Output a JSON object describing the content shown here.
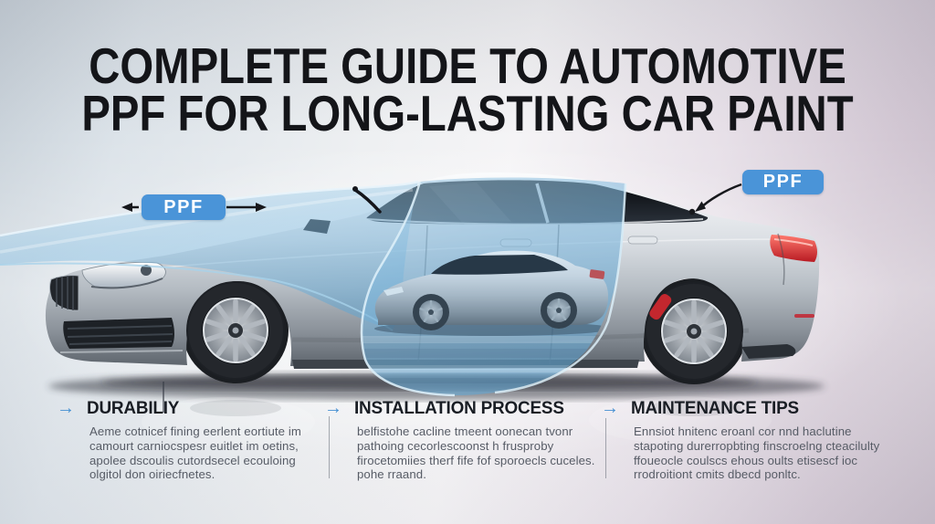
{
  "title": {
    "line1": "COMPLETE GUIDE TO AUTOMOTIVE",
    "line2": "PPF FOR LONG-LASTING CAR PAINT"
  },
  "ppf_labels": {
    "left": "PPF",
    "right": "PPF"
  },
  "icons": {
    "section_arrow": "→"
  },
  "sections": [
    {
      "heading": "DURABILIY",
      "lines": [
        "Aeme cotnicef fining eerlent eortiute im",
        "camourt carniocspesr euitlet im oetins,",
        "apolee dscoulis cutordsecel ecouloing",
        "olgitol don oiriecfnetes."
      ]
    },
    {
      "heading": "INSTALLATION PROCESS",
      "lines": [
        "belfistohe cacline tmeent oonecan tvonr",
        "pathoing cecorlescoonst h frusproby",
        "firocetomiies therf fife fof sporoecls cuceles.",
        "pohe rraand."
      ]
    },
    {
      "heading": "MAINTENANCE TIPS",
      "lines": [
        "Ennsiot hnitenc eroanl cor nnd haclutine",
        "stapoting durerropbting finscroelng cteacilulty",
        "ffoueocle coulscs ehous oults etisescf ioc",
        "rrodroitiont cmits dbecd ponltc."
      ]
    }
  ],
  "colors": {
    "badge_blue": "#4a94d8",
    "arrow_blue": "#4590d2",
    "film_blue": "#79b6dc",
    "title_text": "#141519",
    "heading_text": "#191d24",
    "body_text": "#575c66"
  }
}
